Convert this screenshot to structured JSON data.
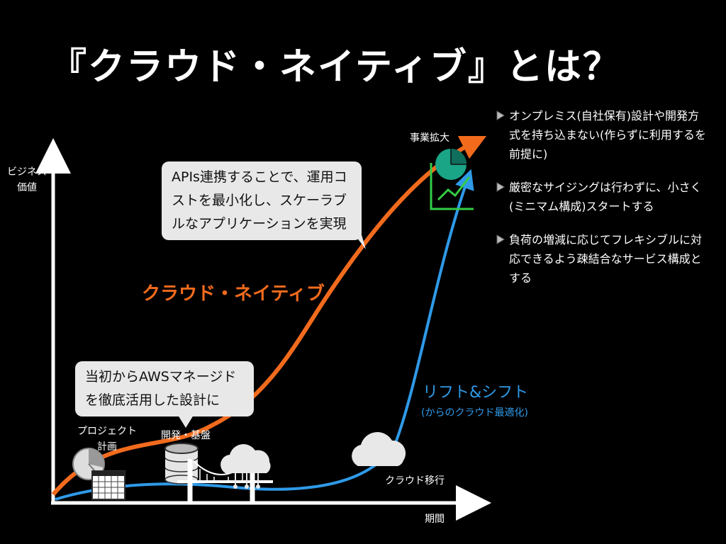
{
  "title": "『クラウド・ネイティブ』とは？",
  "axes": {
    "y_label": "ビジネス\n価値",
    "x_label": "期間"
  },
  "labels": {
    "project_planning": "プロジェクト\n計画",
    "dev_infra": "開発・基盤",
    "cloud_migration": "クラウド移行",
    "business_expansion": "事業拡大"
  },
  "curves": {
    "cloud_native": {
      "label": "クラウド・ネイティブ",
      "color": "#f26b1d"
    },
    "lift_shift": {
      "label": "リフト&シフト",
      "sublabel": "(からのクラウド最適化)",
      "color": "#2f9ae8"
    }
  },
  "bubbles": {
    "api": "APIs連携することで、運用コストを最小化し、スケーラブルなアプリケーションを実現",
    "aws": "当初からAWSマネージドを徹底活用した設計に"
  },
  "bullets": [
    "オンプレミス(自社保有)設計や開発方式を持ち込まない(作らずに利用するを前提に)",
    "厳密なサイジングは行わずに、小さく(ミニマム構成)スタートする",
    "負荷の増減に応じてフレキシブルに対応できるよう疎結合なサービス構成とする"
  ],
  "icons": [
    "pie-chart-icon",
    "calendar-icon",
    "database-icon",
    "bridge-icon",
    "cloud-icon",
    "growth-chart-icon"
  ]
}
